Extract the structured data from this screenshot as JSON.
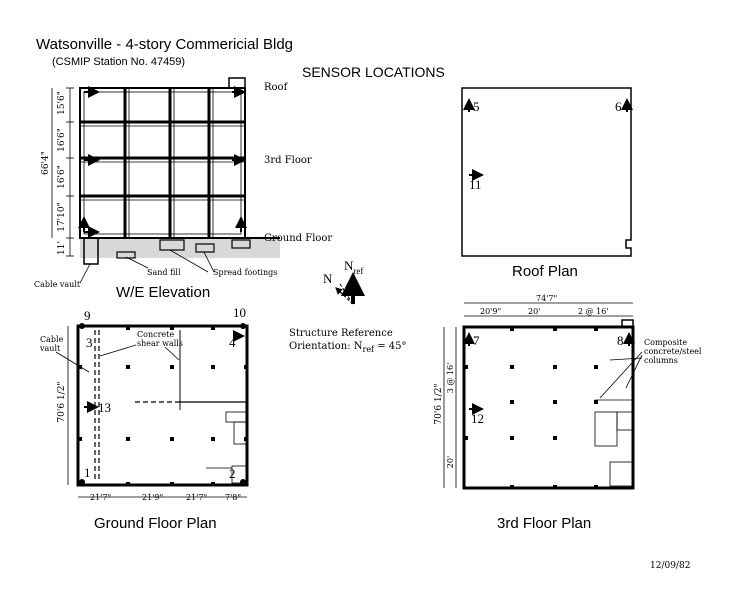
{
  "header": {
    "title": "Watsonville - 4-story Commericial Bldg",
    "station": "(CSMIP Station No. 47459)",
    "heading": "SENSOR LOCATIONS"
  },
  "elevation": {
    "title": "W/E Elevation",
    "level_roof": "Roof",
    "level_third": "3rd Floor",
    "level_ground": "Ground Floor",
    "total_height": "66'4\"",
    "story_heights": [
      "15'6\"",
      "16'6\"",
      "16'6\"",
      "17'10\""
    ],
    "basement_height": "11'",
    "cable_vault": "Cable vault",
    "sand_fill": "Sand fill",
    "spread_footings": "Spread footings"
  },
  "roof_plan": {
    "title": "Roof Plan",
    "sensors": [
      "5",
      "6",
      "11"
    ]
  },
  "orientation": {
    "north": "N",
    "north_ref": "N",
    "north_ref_sub": "ref",
    "text_line1": "Structure Reference",
    "text_line2_prefix": "Orientation: N",
    "text_line2_sub": "ref",
    "text_line2_suffix": " = 45°"
  },
  "ground_plan": {
    "title": "Ground Floor Plan",
    "sensors": [
      "9",
      "10",
      "3",
      "4",
      "13",
      "1",
      "2"
    ],
    "cable_vault": "Cable vault",
    "shear_walls_line1": "Concrete",
    "shear_walls_line2": "shear walls",
    "depth": "70'6 1/2\"",
    "bays": [
      "21'7\"",
      "21'9\"",
      "21'7\"",
      "7'8\""
    ]
  },
  "third_plan": {
    "title": "3rd Floor Plan",
    "sensors": [
      "7",
      "8",
      "12"
    ],
    "overall": "74'7\"",
    "bays": [
      "20'9\"",
      "20'",
      "2 @ 16'"
    ],
    "depth": "70'6 1/2\"",
    "depth_parts": [
      "3 @ 16'",
      "20'"
    ],
    "columns_line1": "Composite",
    "columns_line2": "concrete/steel",
    "columns_line3": "columns"
  },
  "footer": {
    "date": "12/09/82"
  }
}
